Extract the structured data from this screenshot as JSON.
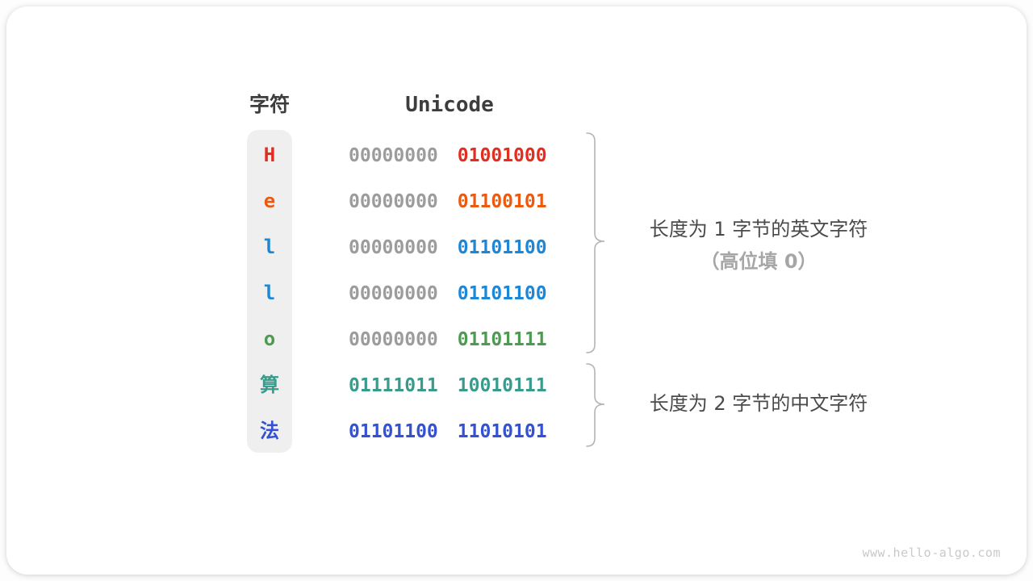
{
  "header": {
    "char_label": "字符",
    "unicode_label": "Unicode"
  },
  "rows": [
    {
      "char": "H",
      "char_color": "#E02E20",
      "byte1": "00000000",
      "byte1_color": "#9C9C9C",
      "byte2": "01001000",
      "byte2_color": "#E02E20"
    },
    {
      "char": "e",
      "char_color": "#EC5A0F",
      "byte1": "00000000",
      "byte1_color": "#9C9C9C",
      "byte2": "01100101",
      "byte2_color": "#EC5A0F"
    },
    {
      "char": "l",
      "char_color": "#1E87D5",
      "byte1": "00000000",
      "byte1_color": "#9C9C9C",
      "byte2": "01101100",
      "byte2_color": "#1E87D5"
    },
    {
      "char": "l",
      "char_color": "#1E87D5",
      "byte1": "00000000",
      "byte1_color": "#9C9C9C",
      "byte2": "01101100",
      "byte2_color": "#1E87D5"
    },
    {
      "char": "o",
      "char_color": "#4C9B50",
      "byte1": "00000000",
      "byte1_color": "#9C9C9C",
      "byte2": "01101111",
      "byte2_color": "#4C9B50"
    },
    {
      "char": "算",
      "char_color": "#3A9A8C",
      "byte1": "01111011",
      "byte1_color": "#3A9A8C",
      "byte2": "10010111",
      "byte2_color": "#3A9A8C"
    },
    {
      "char": "法",
      "char_color": "#3351D3",
      "byte1": "01101100",
      "byte1_color": "#3351D3",
      "byte2": "11010101",
      "byte2_color": "#3351D3"
    }
  ],
  "annotations": {
    "group1_line1": "长度为 1 字节的英文字符",
    "group1_line2": "（高位填 0）",
    "group2": "长度为 2 字节的中文字符"
  },
  "watermark": "www.hello-algo.com",
  "colors": {
    "header_text": "#3D3D3D",
    "zero_padding_gray": "#9C9C9C",
    "red": "#E02E20",
    "orange": "#EC5A0F",
    "blue": "#1E87D5",
    "green": "#4C9B50",
    "teal": "#3A9A8C",
    "royal_blue": "#3351D3",
    "annotation_dark": "#4A4A4A",
    "annotation_light": "#A6A6A6",
    "brace": "#B4B4B4",
    "char_column_bg": "#EFEFEF",
    "watermark": "#C9C9C9"
  }
}
